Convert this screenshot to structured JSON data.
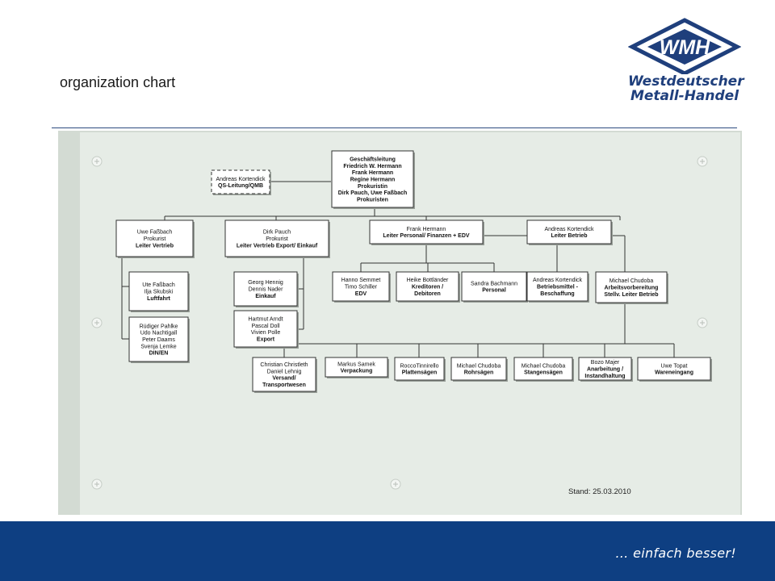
{
  "page_title": "organization chart",
  "logo": {
    "mark": "WMH",
    "line1": "Westdeutscher",
    "line2": "Metall-Handel"
  },
  "footer": {
    "slogan": "… einfach besser!"
  },
  "org": {
    "top": [
      "Geschäftsleitung",
      "Friedrich W. Hermann",
      "Frank Hermann",
      "Regine Hermann",
      "Prokuristin",
      "Dirk Pauch, Uwe Faßbach",
      "Prokuristen"
    ],
    "qs": [
      "Andreas Kortendick",
      "QS-Leitung/QMB"
    ],
    "level2": [
      [
        "Uwe Faßbach",
        "Prokurist",
        "Leiter Vertrieb"
      ],
      [
        "Dirk Pauch",
        "Prokurist",
        "Leiter Vertrieb Export/ Einkauf"
      ],
      [
        "Frank Hermann",
        "Leiter Personal/ Finanzen + EDV"
      ],
      [
        "Andreas Kortendick",
        "Leiter Betrieb"
      ]
    ],
    "vertrieb": [
      [
        "Ute Faßbach",
        "Ilja Skubski",
        "Luftfahrt"
      ],
      [
        "Rüdiger Pahlke",
        "Udo Nachtigall",
        "Peter Daams",
        "Svenja Lemke",
        "DIN/EN"
      ]
    ],
    "export": [
      [
        "Georg Hennig",
        "Dennis Nader",
        "Einkauf"
      ],
      [
        "Hartmut Arndt",
        "Pascal Doll",
        "Vivien Polle",
        "Export"
      ]
    ],
    "personal": [
      [
        "Hanno Semmet",
        "Timo Schiller",
        "EDV"
      ],
      [
        "Heike Bottländer",
        "Kreditoren /",
        "Debitoren"
      ],
      [
        "Sandra Bachmann",
        "Personal"
      ]
    ],
    "betrieb": [
      [
        "Andreas Kortendick",
        "Betriebsmittel -",
        "Beschaffung"
      ],
      [
        "Michael Chudoba",
        "Arbeitsvorbereitung",
        "Stellv. Leiter Betrieb"
      ]
    ],
    "bottom": [
      [
        "Christian Christleth",
        "Daniel Lehnig",
        "Versand/",
        "Transportwesen"
      ],
      [
        "Markus Samek",
        "Verpackung"
      ],
      [
        "RoccoTinnirello",
        "Plattensägen"
      ],
      [
        "Michael Chudoba",
        "Rohrsägen"
      ],
      [
        "Michael Chudoba",
        "Stangensägen"
      ],
      [
        "Bozo Majer",
        "Anarbeitung /",
        "Instandhaltung"
      ],
      [
        "Uwe Topat",
        "Wareneingang"
      ]
    ],
    "stand": "Stand: 25.03.2010"
  }
}
